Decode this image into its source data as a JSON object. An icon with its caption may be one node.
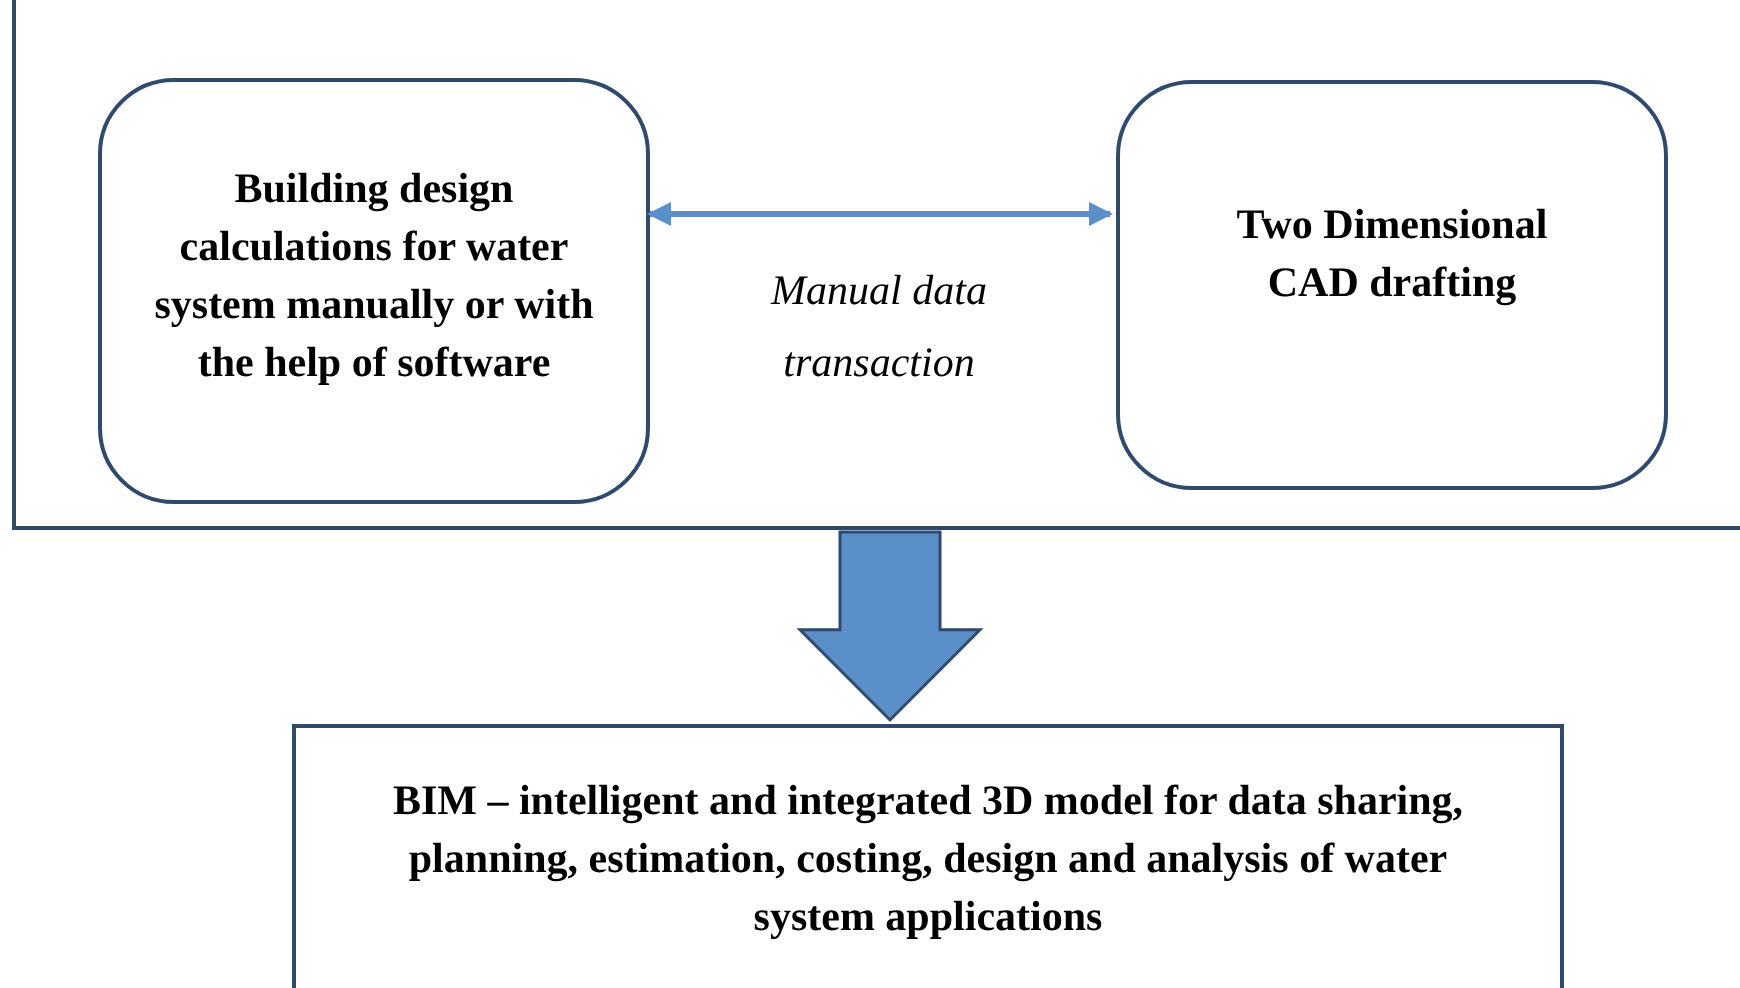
{
  "diagram": {
    "nodes": [
      {
        "text": [],
        "shape": "box"
      },
      {
        "text": [
          "Building design calculations for water system manually or with the help of software"
        ],
        "in": 0
      },
      {
        "text": [
          "Two Dimensional CAD drafting"
        ],
        "in": 0
      },
      {
        "text": [
          "BIM – intelligent and integrated 3D model for data sharing, planning, estimation, costing, design and analysis of water system applications"
        ]
      }
    ],
    "edges": [
      {
        "from": 1,
        "to": 2,
        "arrow": "both",
        "label": "Manual data transaction"
      },
      {
        "from": 0,
        "to": 3,
        "arrow": "to",
        "style": "thick"
      }
    ]
  }
}
